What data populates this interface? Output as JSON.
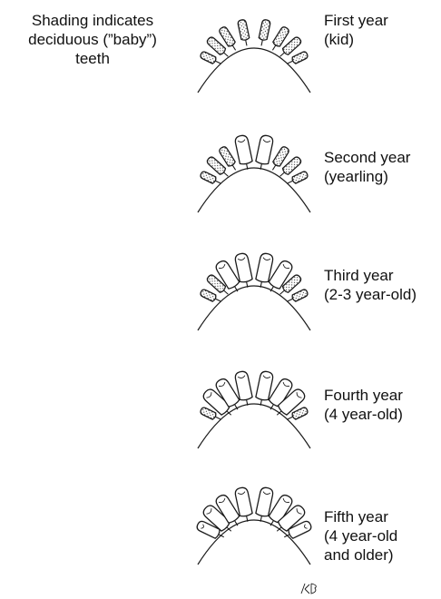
{
  "legend": {
    "lines": [
      "Shading indicates",
      "deciduous (”baby”)",
      "teeth"
    ]
  },
  "stages": [
    {
      "id": "first",
      "caption": [
        "First year",
        "(kid)"
      ],
      "teeth": [
        "d",
        "d",
        "d",
        "d",
        "d",
        "d",
        "d",
        "d"
      ]
    },
    {
      "id": "second",
      "caption": [
        "Second year",
        "(yearling)"
      ],
      "teeth": [
        "d",
        "d",
        "d",
        "p",
        "p",
        "d",
        "d",
        "d"
      ]
    },
    {
      "id": "third",
      "caption": [
        "Third year",
        "(2-3 year-old)"
      ],
      "teeth": [
        "d",
        "d",
        "p",
        "p",
        "p",
        "p",
        "d",
        "d"
      ]
    },
    {
      "id": "fourth",
      "caption": [
        "Fourth year",
        "(4 year-old)"
      ],
      "teeth": [
        "d",
        "p",
        "p",
        "p",
        "p",
        "p",
        "p",
        "d"
      ]
    },
    {
      "id": "fifth",
      "caption": [
        "Fifth year",
        "(4 year-old",
        "and older)"
      ],
      "teeth": [
        "p",
        "p",
        "p",
        "p",
        "p",
        "p",
        "p",
        "p"
      ]
    }
  ],
  "signature": "KB"
}
